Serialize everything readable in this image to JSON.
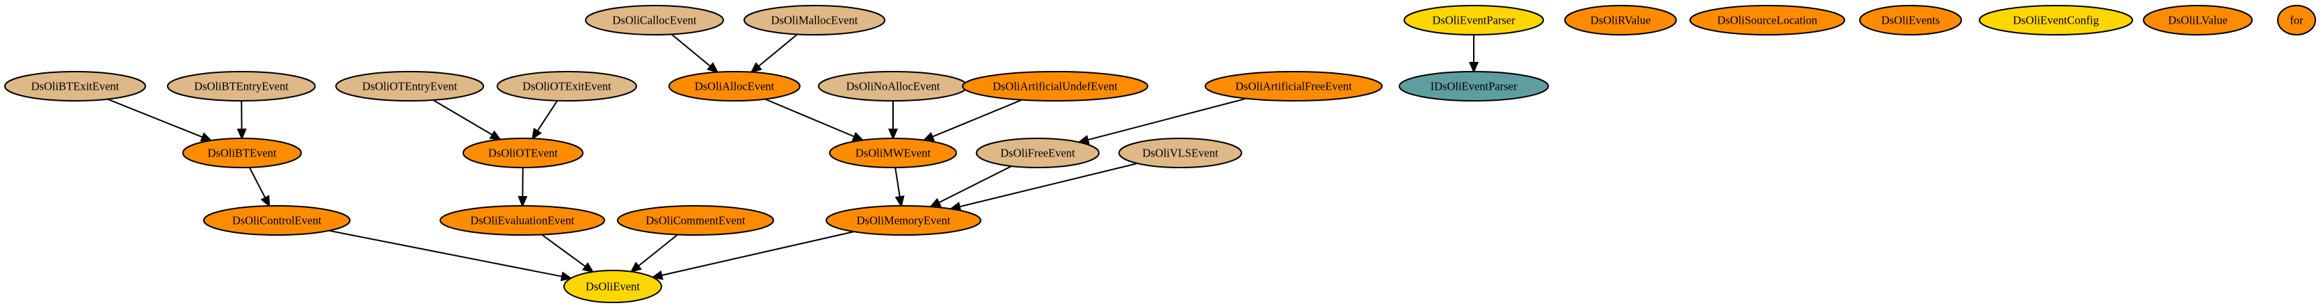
{
  "colors": {
    "gold": "#FFD700",
    "orange": "#FF8C00",
    "tan": "#DEB887",
    "teal": "#5F9EA0",
    "edge": "#000000"
  },
  "nodes": [
    {
      "id": "callocevent",
      "label": "DsOliCallocEvent",
      "fill": "tan"
    },
    {
      "id": "mallocevent",
      "label": "DsOliMallocEvent",
      "fill": "tan"
    },
    {
      "id": "eventparser",
      "label": "DsOliEventParser",
      "fill": "gold"
    },
    {
      "id": "rvalue",
      "label": "DsOliRValue",
      "fill": "orange"
    },
    {
      "id": "sourcelocation",
      "label": "DsOliSourceLocation",
      "fill": "orange"
    },
    {
      "id": "events",
      "label": "DsOliEvents",
      "fill": "orange"
    },
    {
      "id": "eventconfig",
      "label": "DsOliEventConfig",
      "fill": "gold"
    },
    {
      "id": "lvalue",
      "label": "DsOliLValue",
      "fill": "orange"
    },
    {
      "id": "for",
      "label": "for",
      "fill": "orange"
    },
    {
      "id": "btexitevent",
      "label": "DsOliBTExitEvent",
      "fill": "tan"
    },
    {
      "id": "btentryevent",
      "label": "DsOliBTEntryEvent",
      "fill": "tan"
    },
    {
      "id": "otentryevent",
      "label": "DsOliOTEntryEvent",
      "fill": "tan"
    },
    {
      "id": "otexitevent",
      "label": "DsOliOTExitEvent",
      "fill": "tan"
    },
    {
      "id": "allocevent",
      "label": "DsOliAllocEvent",
      "fill": "orange"
    },
    {
      "id": "noallocevent",
      "label": "DsOliNoAllocEvent",
      "fill": "tan"
    },
    {
      "id": "artundefevent",
      "label": "DsOliArtificialUndefEvent",
      "fill": "orange"
    },
    {
      "id": "artfreeevent",
      "label": "DsOliArtificialFreeEvent",
      "fill": "orange"
    },
    {
      "id": "ieventparser",
      "label": "IDsOliEventParser",
      "fill": "teal"
    },
    {
      "id": "btevent",
      "label": "DsOliBTEvent",
      "fill": "orange"
    },
    {
      "id": "otevent",
      "label": "DsOliOTEvent",
      "fill": "orange"
    },
    {
      "id": "mwevent",
      "label": "DsOliMWEvent",
      "fill": "orange"
    },
    {
      "id": "freeevent",
      "label": "DsOliFreeEvent",
      "fill": "tan"
    },
    {
      "id": "vlsevent",
      "label": "DsOliVLSEvent",
      "fill": "tan"
    },
    {
      "id": "controlevent",
      "label": "DsOliControlEvent",
      "fill": "orange"
    },
    {
      "id": "evaluationevent",
      "label": "DsOliEvaluationEvent",
      "fill": "orange"
    },
    {
      "id": "commentevent",
      "label": "DsOliCommentEvent",
      "fill": "orange"
    },
    {
      "id": "memoryevent",
      "label": "DsOliMemoryEvent",
      "fill": "orange"
    },
    {
      "id": "event",
      "label": "DsOliEvent",
      "fill": "gold"
    }
  ],
  "edges": [
    {
      "from": "callocevent",
      "to": "allocevent"
    },
    {
      "from": "mallocevent",
      "to": "allocevent"
    },
    {
      "from": "eventparser",
      "to": "ieventparser"
    },
    {
      "from": "btexitevent",
      "to": "btevent"
    },
    {
      "from": "btentryevent",
      "to": "btevent"
    },
    {
      "from": "otentryevent",
      "to": "otevent"
    },
    {
      "from": "otexitevent",
      "to": "otevent"
    },
    {
      "from": "allocevent",
      "to": "mwevent"
    },
    {
      "from": "noallocevent",
      "to": "mwevent"
    },
    {
      "from": "artundefevent",
      "to": "mwevent"
    },
    {
      "from": "artfreeevent",
      "to": "freeevent"
    },
    {
      "from": "btevent",
      "to": "controlevent"
    },
    {
      "from": "otevent",
      "to": "evaluationevent"
    },
    {
      "from": "mwevent",
      "to": "memoryevent"
    },
    {
      "from": "freeevent",
      "to": "memoryevent"
    },
    {
      "from": "vlsevent",
      "to": "memoryevent"
    },
    {
      "from": "controlevent",
      "to": "event"
    },
    {
      "from": "evaluationevent",
      "to": "event"
    },
    {
      "from": "commentevent",
      "to": "event"
    },
    {
      "from": "memoryevent",
      "to": "event"
    }
  ]
}
